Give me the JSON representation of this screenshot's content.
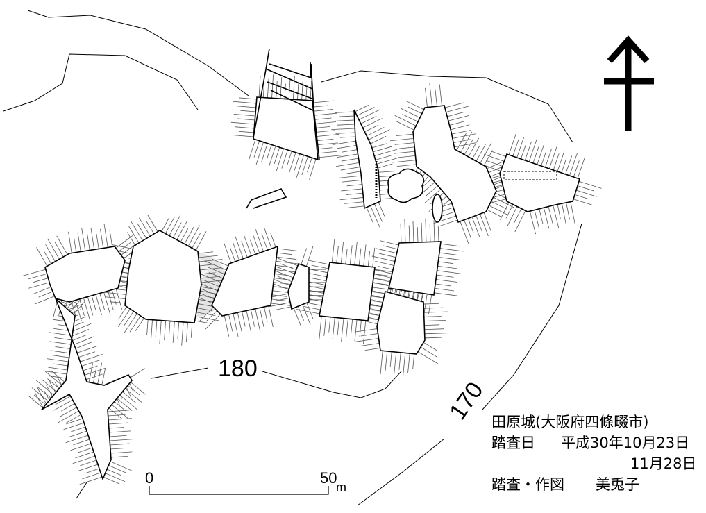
{
  "map": {
    "contour_labels": [
      "180",
      "170"
    ],
    "scale": {
      "start": "0",
      "end": "50",
      "unit": "m"
    },
    "info": {
      "title": "田原城(大阪府四條畷市)",
      "survey_label": "踏査日",
      "survey_date_1": "平成30年10月23日",
      "survey_date_2": "11月28日",
      "author_label": "踏査・作図",
      "author": "美兎子"
    },
    "north_arrow": "north-arrow-icon"
  }
}
